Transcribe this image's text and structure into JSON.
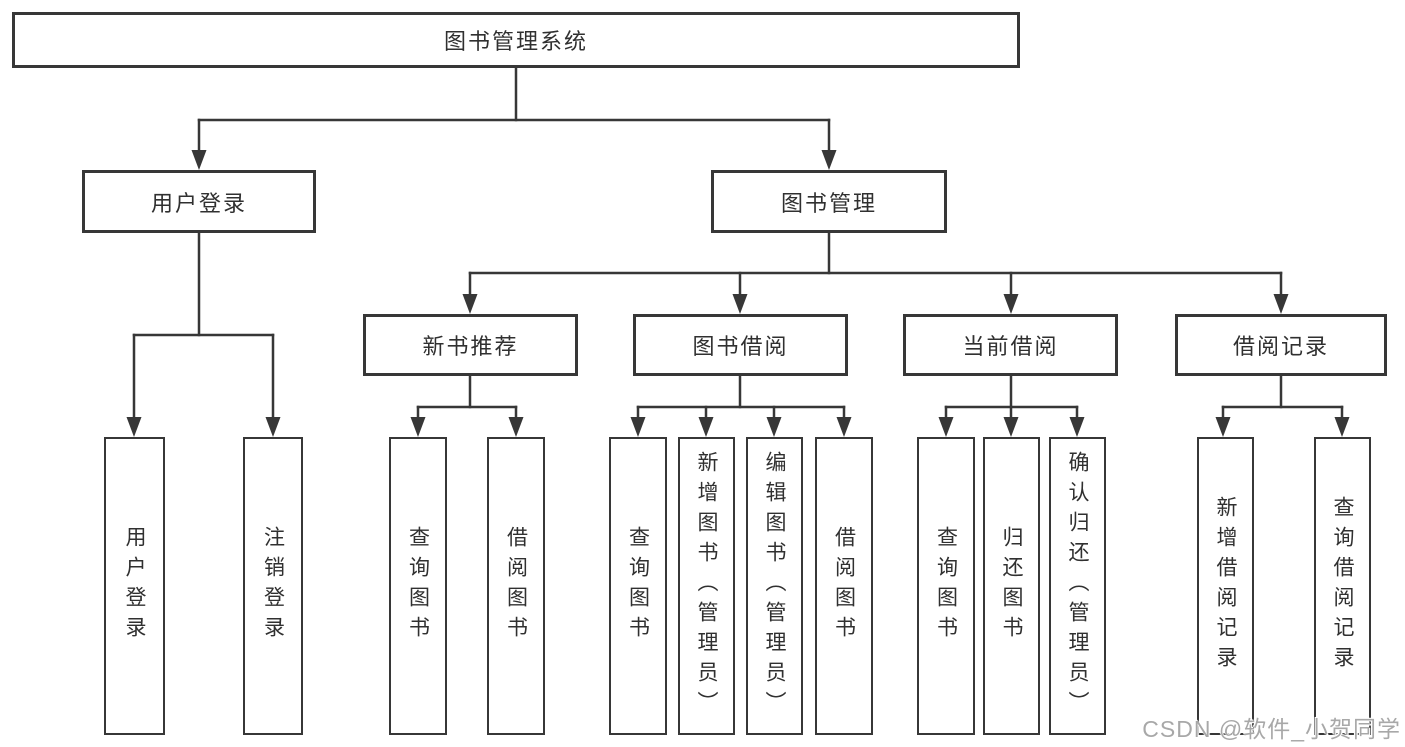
{
  "diagram": {
    "root": {
      "label": "图书管理系统",
      "children": [
        {
          "label": "用户登录",
          "children": [
            {
              "label": "用户登录"
            },
            {
              "label": "注销登录"
            }
          ]
        },
        {
          "label": "图书管理",
          "children": [
            {
              "label": "新书推荐",
              "children": [
                {
                  "label": "查询图书"
                },
                {
                  "label": "借阅图书"
                }
              ]
            },
            {
              "label": "图书借阅",
              "children": [
                {
                  "label": "查询图书"
                },
                {
                  "label": "新增图书（管理员）"
                },
                {
                  "label": "编辑图书（管理员）"
                },
                {
                  "label": "借阅图书"
                }
              ]
            },
            {
              "label": "当前借阅",
              "children": [
                {
                  "label": "查询图书"
                },
                {
                  "label": "归还图书"
                },
                {
                  "label": "确认归还（管理员）"
                }
              ]
            },
            {
              "label": "借阅记录",
              "children": [
                {
                  "label": "新增借阅记录"
                },
                {
                  "label": "查询借阅记录"
                }
              ]
            }
          ]
        }
      ]
    },
    "watermark": "CSDN @软件_小贺同学",
    "colors": {
      "line": "#373737",
      "text": "#303030",
      "background": "#ffffff",
      "watermark": "#a8a8a8"
    }
  }
}
